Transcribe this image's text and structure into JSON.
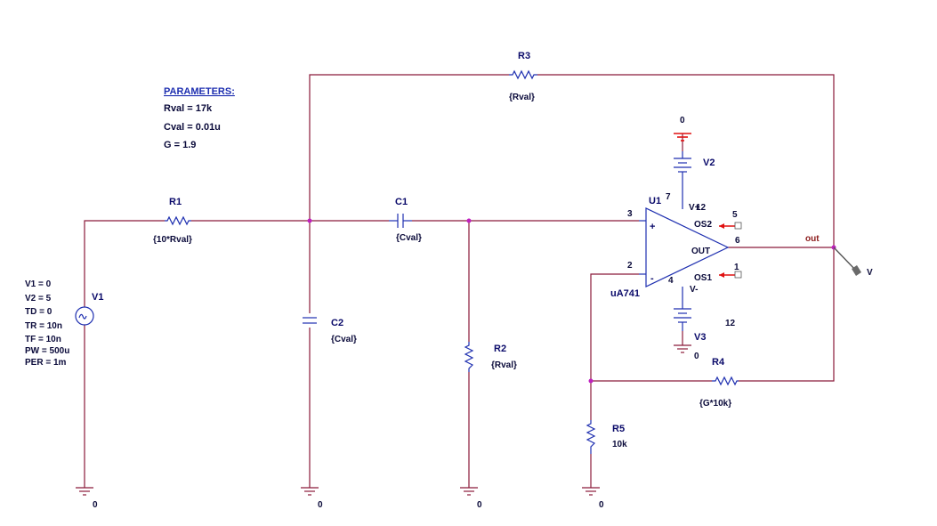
{
  "parameters": {
    "header": "PARAMETERS:",
    "lines": [
      "Rval = 17k",
      "Cval = 0.01u",
      "G = 1.9"
    ]
  },
  "components": {
    "r1": {
      "ref": "R1",
      "value": "{10*Rval}"
    },
    "r2": {
      "ref": "R2",
      "value": "{Rval}"
    },
    "r3": {
      "ref": "R3",
      "value": "{Rval}"
    },
    "r4": {
      "ref": "R4",
      "value": "{G*10k}"
    },
    "r5": {
      "ref": "R5",
      "value": "10k"
    },
    "c1": {
      "ref": "C1",
      "value": "{Cval}"
    },
    "c2": {
      "ref": "C2",
      "value": "{Cval}"
    },
    "v1": {
      "ref": "V1",
      "params": [
        "V1 = 0",
        "V2 = 5",
        "TD = 0",
        "TR = 10n",
        "TF = 10n",
        "PW = 500u",
        "PER = 1m"
      ]
    },
    "v2": {
      "ref": "V2",
      "value": "12"
    },
    "v3": {
      "ref": "V3",
      "value": "12"
    },
    "u1": {
      "ref": "U1",
      "model": "uA741",
      "pins": {
        "p3": "3",
        "p2": "2",
        "p7": "7",
        "p4": "4",
        "p6": "6",
        "p5": "5",
        "p1": "1",
        "plus": "+",
        "minus": "-"
      },
      "pin_names": {
        "vs_plus": "V+",
        "vs_minus": "V-",
        "os2": "OS2",
        "os1": "OS1",
        "out": "OUT"
      }
    }
  },
  "ground_label": "0",
  "net_out": "out",
  "probe_label": "V"
}
